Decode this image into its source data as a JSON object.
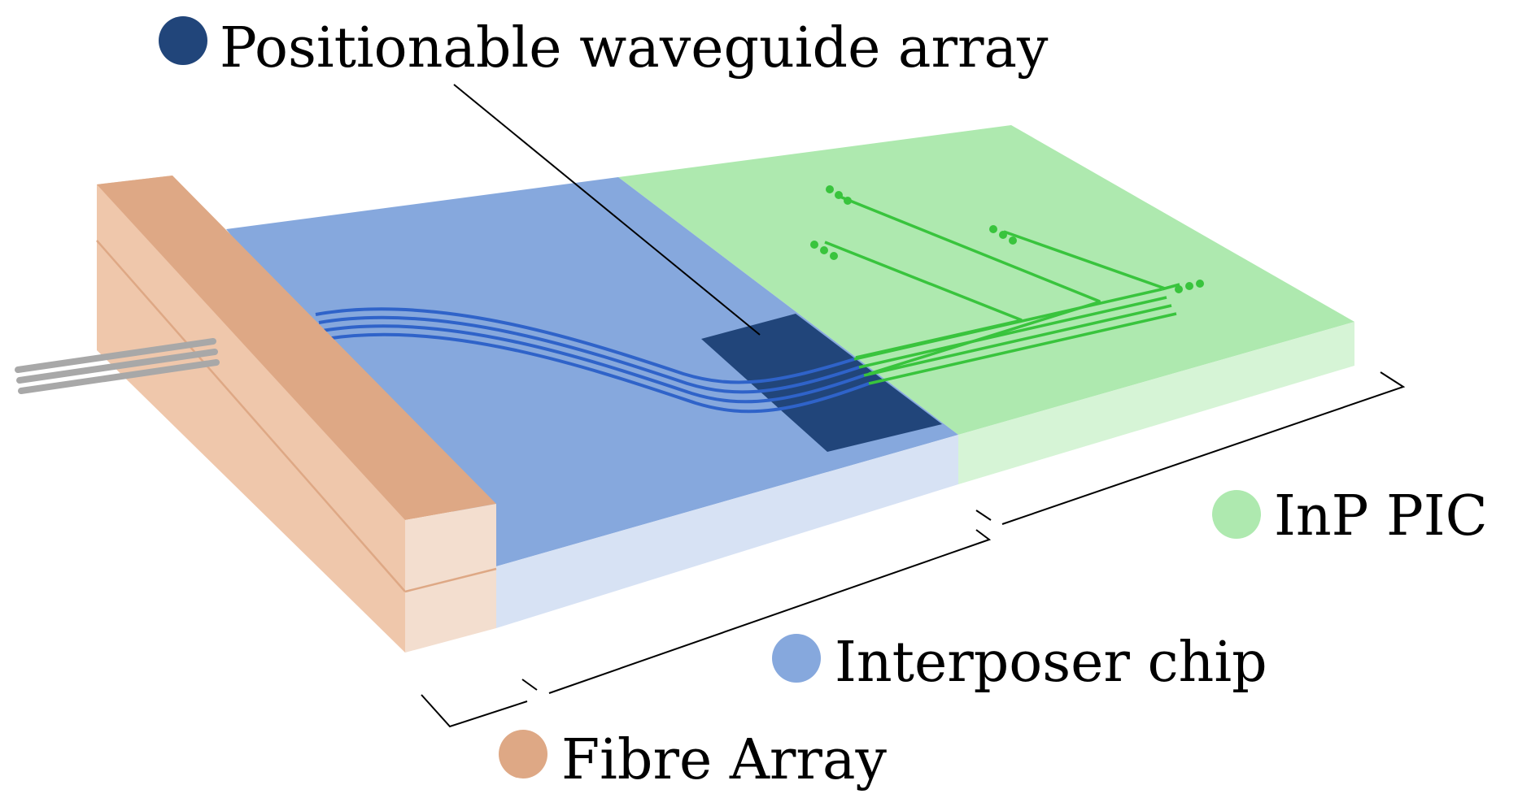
{
  "labels": {
    "waveguide": "Positionable waveguide array",
    "pic": "InP PIC",
    "interposer": "Interposer chip",
    "fibre": "Fibre Array"
  },
  "colors": {
    "waveguide": "#21457a",
    "pic": "#aee9af",
    "interposer": "#86a8dd",
    "fibre": "#dea885",
    "picSide": "#d6f4d6",
    "interposerSide": "#d7e2f4",
    "fibreSide": "#efc7ab",
    "fibreFront": "#f3decf",
    "guides": "#39c43d",
    "blueGuides": "#2f63c9"
  },
  "icons": {
    "waveguide": "legend-dot-dark-blue-icon",
    "pic": "legend-dot-green-icon",
    "interposer": "legend-dot-light-blue-icon",
    "fibre": "legend-dot-orange-icon"
  }
}
